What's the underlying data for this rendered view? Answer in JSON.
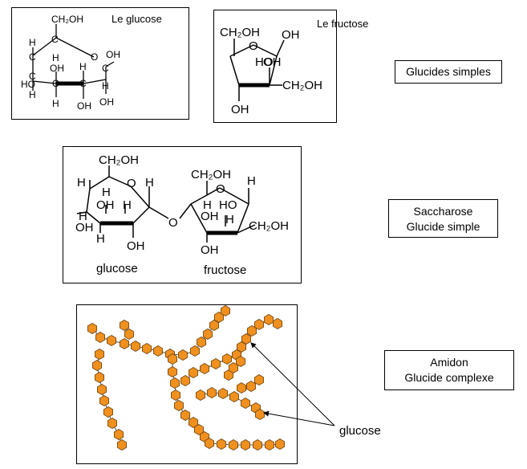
{
  "glucose_panel": {
    "title": "Le glucose",
    "atoms": {
      "ch2oh": "CH₂OH",
      "c": "C",
      "h": "H",
      "o": "O",
      "oh": "OH",
      "ho": "HO"
    }
  },
  "fructose_panel": {
    "title": "Le fructose",
    "atoms": {
      "ch2oh": "CH₂OH",
      "oh": "OH",
      "ho": "HO",
      "o": "O"
    }
  },
  "sucrose_panel": {
    "atoms": {
      "ch2oh": "CH₂OH",
      "h": "H",
      "o": "O",
      "oh": "OH",
      "ho": "HO"
    },
    "glucose_label": "glucose",
    "fructose_label": "fructose"
  },
  "starch_panel": {
    "unit_color": "#f0901e",
    "unit_stroke": "#6a4210",
    "pointer_label": "glucose"
  },
  "captions": {
    "simple": "Glucides simples",
    "sucrose_line1": "Saccharose",
    "sucrose_line2": "Glucide simple",
    "starch_line1": "Amidon",
    "starch_line2": "Glucide complexe"
  }
}
